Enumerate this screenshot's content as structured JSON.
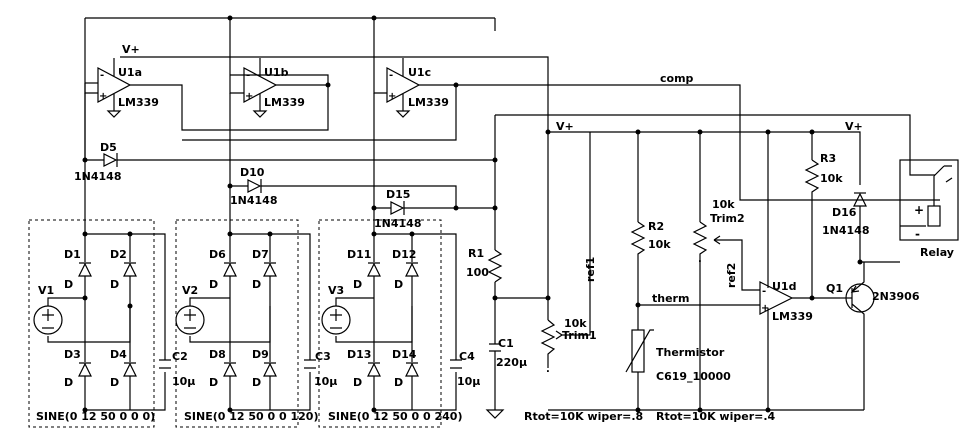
{
  "labels": {
    "vplus": "V+",
    "u1a": "U1a",
    "u1b": "U1b",
    "u1c": "U1c",
    "u1d": "U1d",
    "lm339": "LM339",
    "comp": "comp",
    "d5": "D5",
    "d10": "D10",
    "d15": "D15",
    "d16": "D16",
    "n4148": "1N4148",
    "d1": "D1",
    "d2": "D2",
    "d3": "D3",
    "d4": "D4",
    "d6": "D6",
    "d7": "D7",
    "d8": "D8",
    "d9": "D9",
    "d11": "D11",
    "d12": "D12",
    "d13": "D13",
    "d14": "D14",
    "d": "D",
    "v1": "V1",
    "v2": "V2",
    "v3": "V3",
    "c2": "C2",
    "c3": "C3",
    "c4": "C4",
    "c1": "C1",
    "c10u": "10µ",
    "c220u": "220µ",
    "r1": "R1",
    "r100": "100",
    "r2": "R2",
    "r3": "R3",
    "r10k": "10k",
    "trim1": "Trim1",
    "trim2": "Trim2",
    "t10k": "10k",
    "ref1": "ref1",
    "ref2": "ref2",
    "therm": "therm",
    "thermistor": "Thermistor",
    "c619": "C619_10000",
    "q1": "Q1",
    "q2n": "2N3906",
    "relay": "Relay",
    "sine1": "SINE(0 12 50 0 0 0)",
    "sine2": "SINE(0 12 50 0 0 120)",
    "sine3": "SINE(0 12 50 0 0 240)",
    "rtot8": "Rtot=10K wiper=.8",
    "rtot4": "Rtot=10K wiper=.4"
  }
}
